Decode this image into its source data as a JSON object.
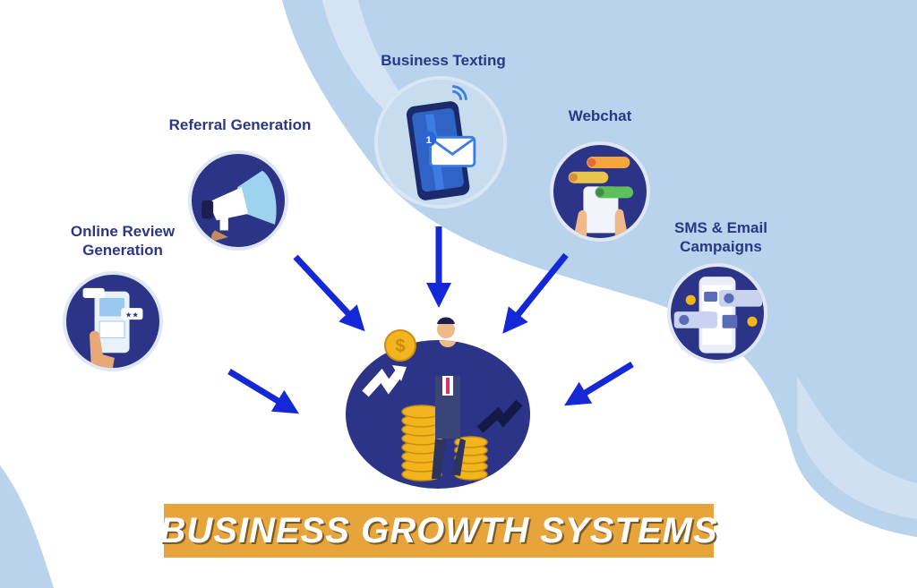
{
  "nodes": [
    {
      "id": "business-texting",
      "label": "Business Texting",
      "icon": "smartphone-message-icon"
    },
    {
      "id": "referral-generation",
      "label": "Referral Generation",
      "icon": "megaphone-icon"
    },
    {
      "id": "webchat",
      "label": "Webchat",
      "icon": "chat-phone-icon"
    },
    {
      "id": "online-review-generation",
      "label_line1": "Online Review",
      "label_line2": "Generation",
      "icon": "review-phone-icon"
    },
    {
      "id": "sms-email-campaigns",
      "label_line1": "SMS & Email",
      "label_line2": "Campaigns",
      "icon": "campaign-phone-icon"
    }
  ],
  "center": {
    "icon": "businessman-coins-growth-icon"
  },
  "banner": {
    "title": "BUSINESS GROWTH SYSTEMS"
  },
  "colors": {
    "navy": "#2b3487",
    "label_text": "#2b3784",
    "arrow_blue": "#1428d8",
    "background_wave": "#b9d3ec",
    "banner_orange": "#e7a43b",
    "coin_gold": "#f2b51e"
  }
}
